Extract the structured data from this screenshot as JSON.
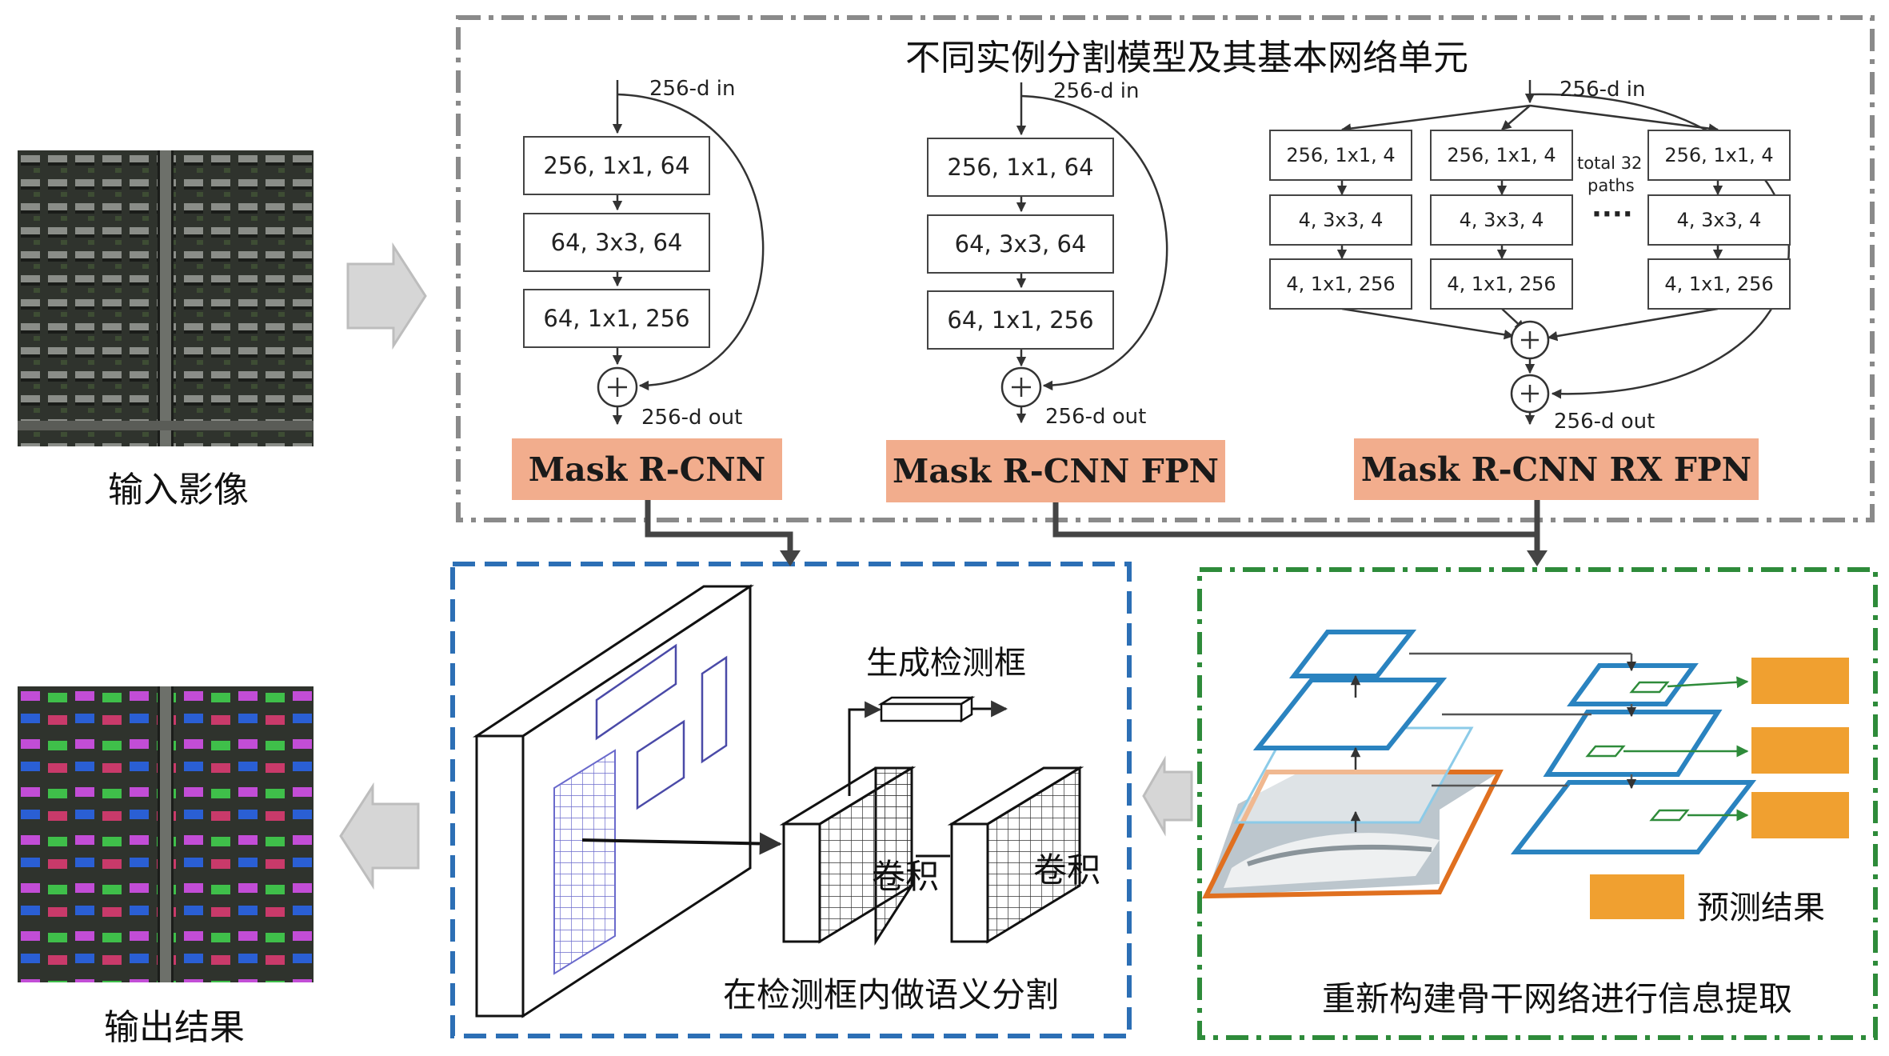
{
  "title": "不同实例分割模型及其基本网络单元",
  "input_label": "输入影像",
  "output_label": "输出结果",
  "resnet": {
    "in_label": "256-d in",
    "out_label": "256-d out",
    "blocks": [
      "256, 1x1, 64",
      "64, 3x3, 64",
      "64, 1x1, 256"
    ]
  },
  "resnext": {
    "in_label": "256-d in",
    "out_label": "256-d out",
    "blocks": [
      "256, 1x1, 4",
      "4, 3x3, 4",
      "4, 1x1, 256"
    ],
    "paths_label_1": "total 32",
    "paths_label_2": "paths",
    "dots": "····"
  },
  "models": [
    "Mask R-CNN",
    "Mask R-CNN FPN",
    "Mask R-CNN RX FPN"
  ],
  "segmentation": {
    "generate_box_label": "生成检测框",
    "conv_label_1": "卷积",
    "conv_label_2": "卷积",
    "caption": "在检测框内做语义分割"
  },
  "backbone": {
    "prediction_label": "预测结果",
    "caption": "重新构建骨干网络进行信息提取"
  },
  "colors": {
    "model_fill": "#f2ad8d",
    "gray_dash": "#8a8a8a",
    "blue_dash": "#2c6fb5",
    "green_dash": "#2e8b3a",
    "fpn_blue": "#2a83c0",
    "prediction_orange": "#f0a030"
  }
}
